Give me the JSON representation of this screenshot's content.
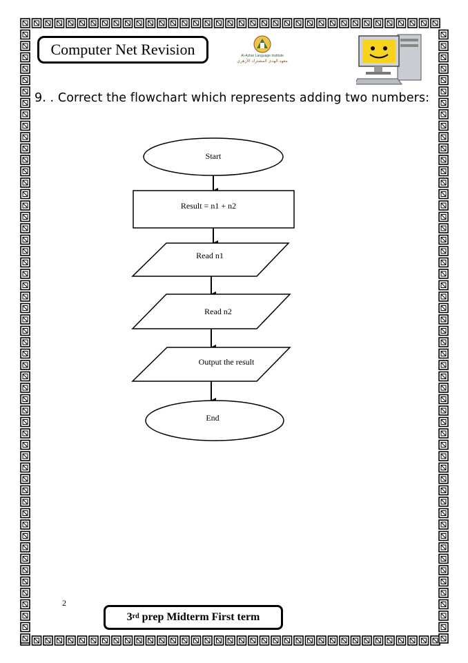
{
  "header": {
    "title": "Computer Net Revision",
    "logo_line1": "Al-Azhar Language Institute",
    "logo_line2": "معهد الهدى المشترك الأزهري"
  },
  "question": {
    "text": "9. . Correct the flowchart which represents adding two numbers:"
  },
  "flowchart": {
    "start": "Start",
    "process": "Result = n1 + n2",
    "input1": "Read n1",
    "input2": "Read n2",
    "output": "Output the result",
    "end": "End"
  },
  "footer": {
    "page_number": "2",
    "grade_number": "3",
    "grade_suffix": "rd",
    "label_rest": " prep Midterm First term"
  }
}
